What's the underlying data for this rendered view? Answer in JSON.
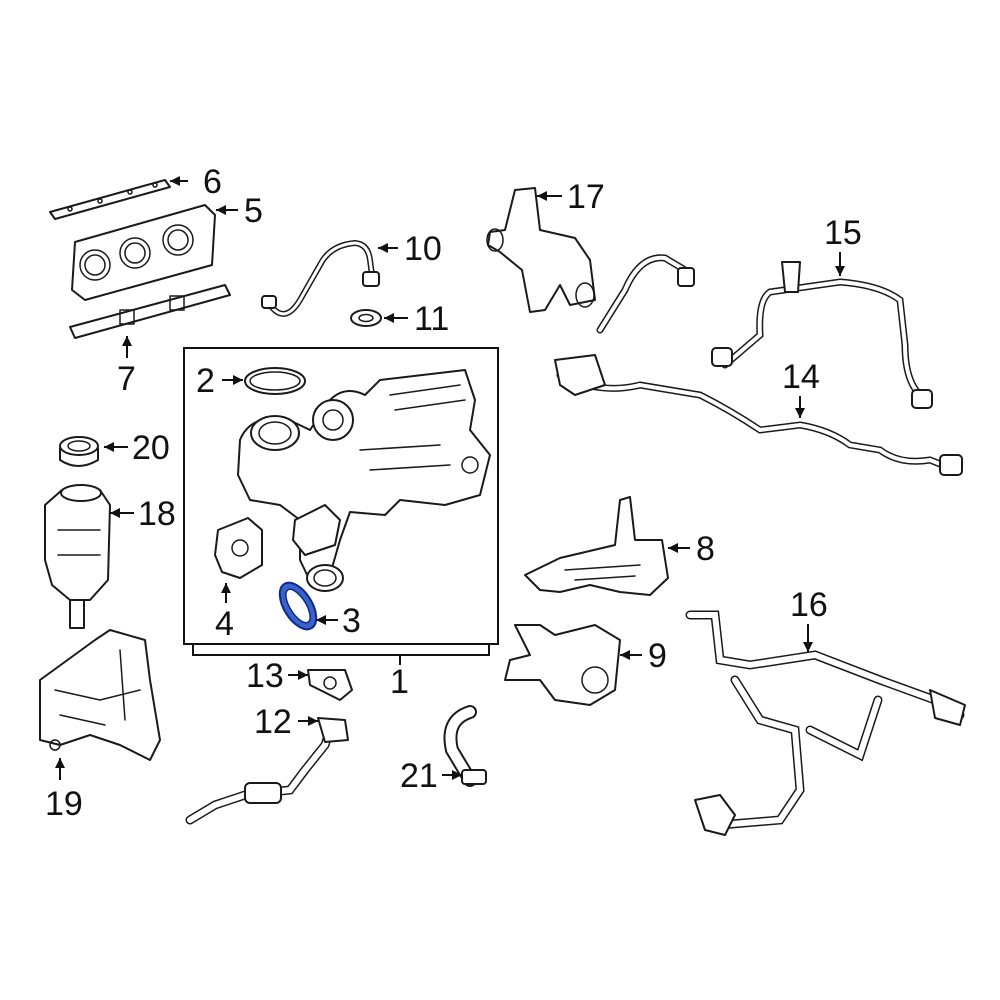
{
  "colors": {
    "line": "#1a1a1a",
    "highlight_part_fill": "#3a62c9",
    "highlight_part_stroke": "#0b2a8a",
    "background": "#ffffff"
  },
  "callouts": {
    "c1": "1",
    "c2": "2",
    "c3": "3",
    "c4": "4",
    "c5": "5",
    "c6": "6",
    "c7": "7",
    "c8": "8",
    "c9": "9",
    "c10": "10",
    "c11": "11",
    "c12": "12",
    "c13": "13",
    "c14": "14",
    "c15": "15",
    "c16": "16",
    "c17": "17",
    "c18": "18",
    "c19": "19",
    "c20": "20",
    "c21": "21"
  },
  "highlighted_callout": "3"
}
